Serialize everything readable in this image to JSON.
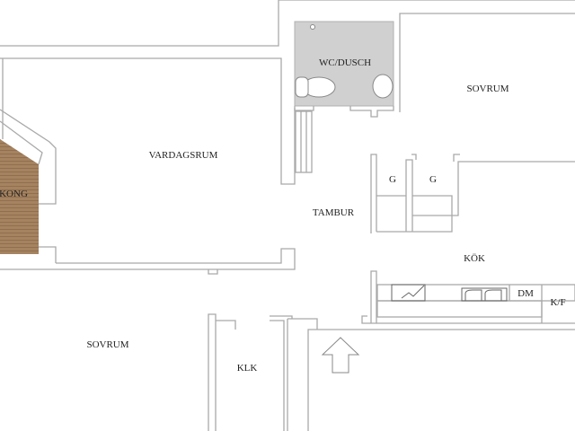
{
  "rooms": {
    "vardagsrum": "VARDAGSRUM",
    "balkong": "BALKONG",
    "wc_dusch": "WC/DUSCH",
    "sovrum_right": "SOVRUM",
    "sovrum_left": "SOVRUM",
    "tambur": "TAMBUR",
    "kok": "KÖK",
    "klk": "KLK",
    "garderob_1": "G",
    "garderob_2": "G",
    "diskmaskin": "DM",
    "kyl_frys": "K/F"
  },
  "colors": {
    "wall": "#a9a9a9",
    "bathroom_fill": "#d0d0d0",
    "balcony_fill": "#a07e5a"
  }
}
